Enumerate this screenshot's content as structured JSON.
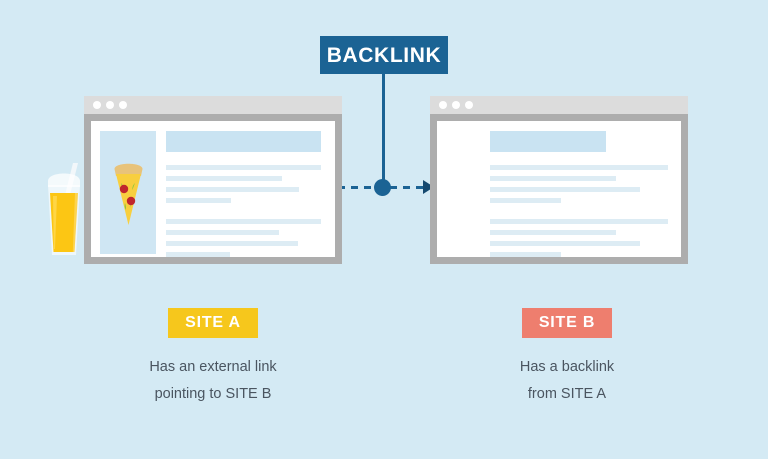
{
  "background_color": "#d4eaf4",
  "backlink": {
    "label": "BACKLINK",
    "color": "#1b6394"
  },
  "connector": {
    "style": "dashed-arrow",
    "direction": "left-to-right",
    "color": "#1b6394",
    "arrowhead_color": "#14496f",
    "node_icon": "connector-node-icon"
  },
  "site_a": {
    "badge_label": "SITE A",
    "badge_color": "#f6c71c",
    "caption": "Has an external link\npointing to SITE B",
    "window": {
      "dots": [
        "window-dot",
        "window-dot",
        "window-dot"
      ],
      "titlebar_color": "#dcdcdc",
      "frame_color": "#adadad",
      "page_color": "#ffffff",
      "thumbnail": {
        "icon": "pizza-slice-icon",
        "panel_color": "#cfe6f3",
        "crust_color": "#e8c37a",
        "cheese_color": "#f8cf3e",
        "pepperoni_color": "#c0272d",
        "basil_color": "#8cc63e"
      },
      "content": {
        "heading_color": "#c9e3f2",
        "line_color": "#ddecf4",
        "blocks": [
          {
            "type": "heading",
            "width_pct": 100
          },
          {
            "type": "lines",
            "widths_pct": [
              100,
              75,
              86,
              42
            ]
          },
          {
            "type": "gap"
          },
          {
            "type": "lines",
            "widths_pct": [
              100,
              73,
              85,
              41
            ]
          }
        ]
      }
    },
    "decoration": {
      "icon": "juice-glass-icon",
      "juice_color": "#fcc614",
      "glass_color": "#ffffff",
      "straw_color": "#f2f7fa"
    }
  },
  "site_b": {
    "badge_label": "SITE B",
    "badge_color": "#ee7e6e",
    "caption": "Has a backlink\nfrom SITE A",
    "window": {
      "dots": [
        "window-dot",
        "window-dot",
        "window-dot"
      ],
      "titlebar_color": "#dcdcdc",
      "frame_color": "#adadad",
      "page_color": "#ffffff",
      "content": {
        "heading_color": "#c9e3f2",
        "line_color": "#ddecf4",
        "blocks": [
          {
            "type": "heading",
            "width_pct": 65
          },
          {
            "type": "lines",
            "widths_pct": [
              100,
              71,
              84,
              40
            ]
          },
          {
            "type": "gap"
          },
          {
            "type": "lines",
            "widths_pct": [
              100,
              71,
              84,
              40
            ]
          }
        ]
      }
    }
  }
}
